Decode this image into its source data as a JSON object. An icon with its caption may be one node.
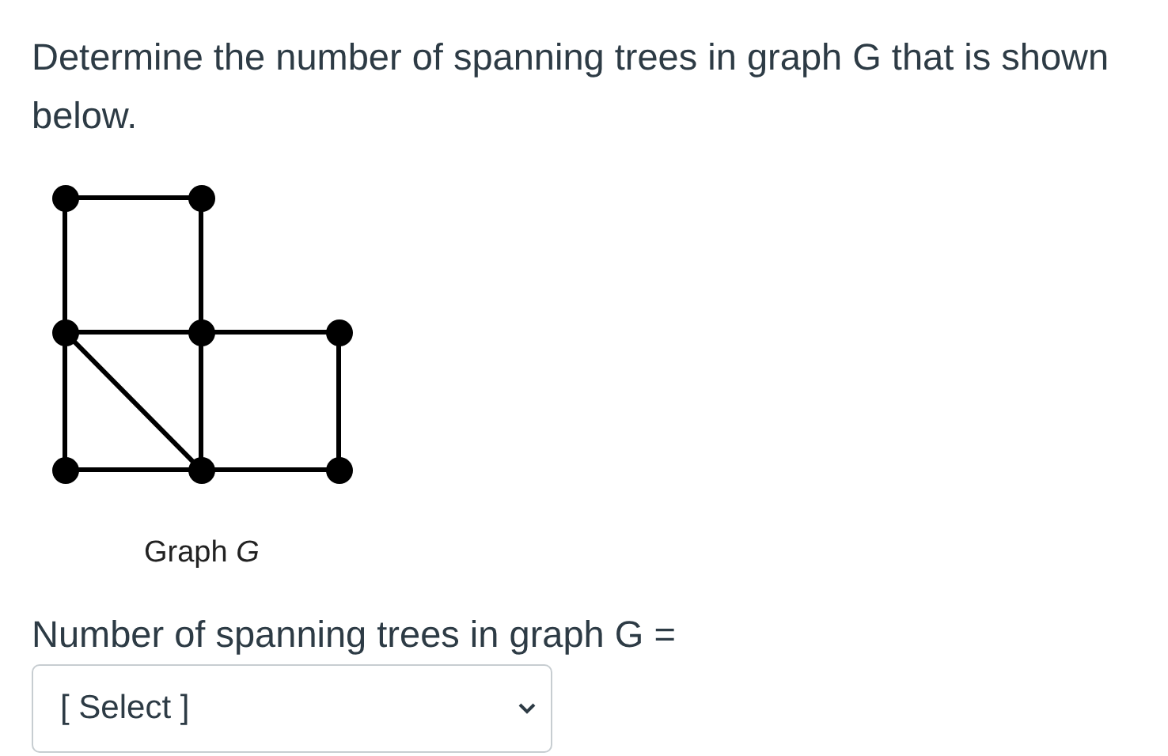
{
  "diagram": {
    "title": "Determine the number of spanning trees in graph G that is shown below.",
    "caption": "Graph *G*",
    "nodes": [
      {
        "text": [],
        "shape": "circle"
      },
      {
        "text": [],
        "shape": "circle"
      },
      {
        "text": [],
        "shape": "circle"
      },
      {
        "text": [],
        "shape": "circle"
      },
      {
        "text": [],
        "shape": "circle"
      },
      {
        "text": [],
        "shape": "circle"
      },
      {
        "text": [],
        "shape": "circle"
      },
      {
        "text": [],
        "shape": "circle"
      }
    ],
    "edges": [
      {
        "from": 0,
        "to": 1,
        "arrow": "none"
      },
      {
        "from": 0,
        "to": 2,
        "arrow": "none"
      },
      {
        "from": 1,
        "to": 3,
        "arrow": "none"
      },
      {
        "from": 2,
        "to": 3,
        "arrow": "none"
      },
      {
        "from": 3,
        "to": 4,
        "arrow": "none"
      },
      {
        "from": 2,
        "to": 5,
        "arrow": "none"
      },
      {
        "from": 2,
        "to": 6,
        "arrow": "none"
      },
      {
        "from": 3,
        "to": 6,
        "arrow": "none"
      },
      {
        "from": 4,
        "to": 7,
        "arrow": "none"
      },
      {
        "from": 5,
        "to": 6,
        "arrow": "none"
      },
      {
        "from": 6,
        "to": 7,
        "arrow": "none"
      }
    ],
    "labels": [
      "Number of spanning trees in graph G =",
      "[ Select ]"
    ]
  }
}
